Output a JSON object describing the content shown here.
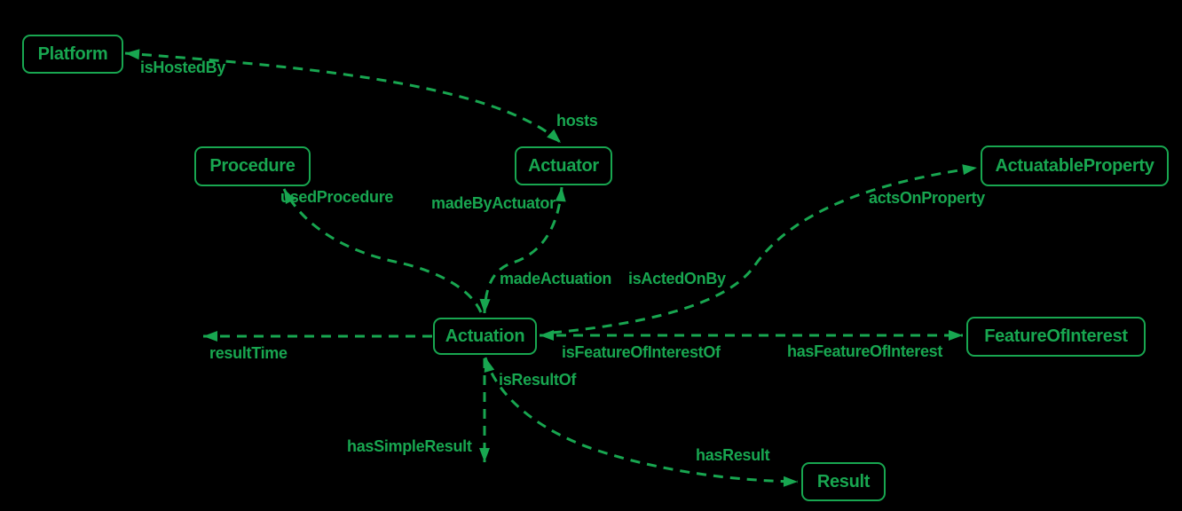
{
  "diagram": {
    "colors": {
      "background": "#000000",
      "accent": "#18a650"
    },
    "nodes": [
      {
        "id": "Platform",
        "label": "Platform"
      },
      {
        "id": "Procedure",
        "label": "Procedure"
      },
      {
        "id": "Actuator",
        "label": "Actuator"
      },
      {
        "id": "ActuatableProperty",
        "label": "ActuatableProperty"
      },
      {
        "id": "Actuation",
        "label": "Actuation"
      },
      {
        "id": "FeatureOfInterest",
        "label": "FeatureOfInterest"
      },
      {
        "id": "Result",
        "label": "Result"
      }
    ],
    "edge_labels": [
      {
        "text": "isHostedBy"
      },
      {
        "text": "hosts"
      },
      {
        "text": "usedProcedure"
      },
      {
        "text": "madeByActuator"
      },
      {
        "text": "actsOnProperty"
      },
      {
        "text": "madeActuation"
      },
      {
        "text": "isActedOnBy"
      },
      {
        "text": "resultTime"
      },
      {
        "text": "isFeatureOfInterestOf"
      },
      {
        "text": "hasFeatureOfInterest"
      },
      {
        "text": "isResultOf"
      },
      {
        "text": "hasSimpleResult"
      },
      {
        "text": "hasResult"
      }
    ],
    "relations": [
      {
        "from": "Actuator",
        "to": "Platform",
        "label": "isHostedBy"
      },
      {
        "from": "Platform",
        "to": "Actuator",
        "label": "hosts"
      },
      {
        "from": "Actuation",
        "to": "Procedure",
        "label": "usedProcedure"
      },
      {
        "from": "Actuation",
        "to": "Actuator",
        "label": "madeByActuator"
      },
      {
        "from": "Actuator",
        "to": "Actuation",
        "label": "madeActuation"
      },
      {
        "from": "Actuation",
        "to": "ActuatableProperty",
        "label": "actsOnProperty"
      },
      {
        "from": "ActuatableProperty",
        "to": "Actuation",
        "label": "isActedOnBy"
      },
      {
        "from": "Actuation",
        "to": "",
        "label": "resultTime"
      },
      {
        "from": "FeatureOfInterest",
        "to": "Actuation",
        "label": "isFeatureOfInterestOf"
      },
      {
        "from": "Actuation",
        "to": "FeatureOfInterest",
        "label": "hasFeatureOfInterest"
      },
      {
        "from": "Result",
        "to": "Actuation",
        "label": "isResultOf"
      },
      {
        "from": "Actuation",
        "to": "",
        "label": "hasSimpleResult"
      },
      {
        "from": "Actuation",
        "to": "Result",
        "label": "hasResult"
      }
    ]
  }
}
